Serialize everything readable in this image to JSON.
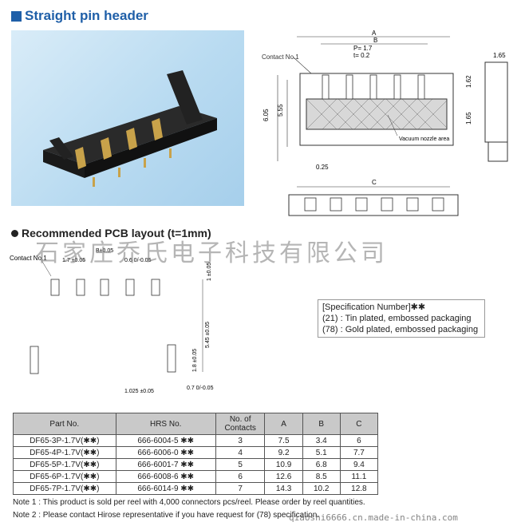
{
  "header": {
    "title": "Straight pin header"
  },
  "top_drawing": {
    "contact_label": "Contact No.1",
    "dim_A": "A",
    "dim_B": "B",
    "dim_P": "P= 1.7",
    "dim_t": "t= 0.2",
    "dim_605": "6.05",
    "dim_555": "5.55",
    "dim_162": "1.62",
    "dim_165_v": "1.65",
    "dim_165_h": "1.65",
    "dim_025": "0.25",
    "dim_C": "C",
    "vacuum_label": "Vacuum nozzle area"
  },
  "pcb": {
    "title": "Recommended PCB layout (t=1mm)",
    "contact_label": "Contact No.1",
    "dim_pitch": "1.7 ±0.05",
    "dim_B": "B±0.05",
    "dim_06": "0.6 0/-0.05",
    "dim_1": "1 ±0.05",
    "dim_545": "5.45 ±0.05",
    "dim_18": "1.8 ±0.05",
    "dim_07": "0.7 0/-0.05",
    "dim_1025": "1.025 ±0.05"
  },
  "watermark": "石家庄乔氏电子科技有限公司",
  "spec": {
    "title": "[Specification Number]✱✱",
    "line1": "(21) : Tin plated, embossed packaging",
    "line2": "(78) : Gold plated, embossed packaging"
  },
  "table": {
    "headers": [
      "Part No.",
      "HRS No.",
      "No. of Contacts",
      "A",
      "B",
      "C"
    ],
    "rows": [
      [
        "DF65-3P-1.7V(✱✱)",
        "666-6004-5 ✱✱",
        "3",
        "7.5",
        "3.4",
        "6"
      ],
      [
        "DF65-4P-1.7V(✱✱)",
        "666-6006-0 ✱✱",
        "4",
        "9.2",
        "5.1",
        "7.7"
      ],
      [
        "DF65-5P-1.7V(✱✱)",
        "666-6001-7 ✱✱",
        "5",
        "10.9",
        "6.8",
        "9.4"
      ],
      [
        "DF65-6P-1.7V(✱✱)",
        "666-6008-6 ✱✱",
        "6",
        "12.6",
        "8.5",
        "11.1"
      ],
      [
        "DF65-7P-1.7V(✱✱)",
        "666-6014-9 ✱✱",
        "7",
        "14.3",
        "10.2",
        "12.8"
      ]
    ]
  },
  "notes": {
    "note1": "Note 1 : This product is sold per reel with 4,000 connectors pcs/reel. Please order by reel quantities.",
    "note2": "Note 2 : Please contact Hirose representative if you have request for (78) specification.",
    "site_watermark": "qiaoshi6666.cn.made-in-china.com"
  },
  "colors": {
    "title_blue": "#1f5fa8",
    "photo_bg": "#b9dbf1",
    "table_header": "#c9c9c9"
  }
}
